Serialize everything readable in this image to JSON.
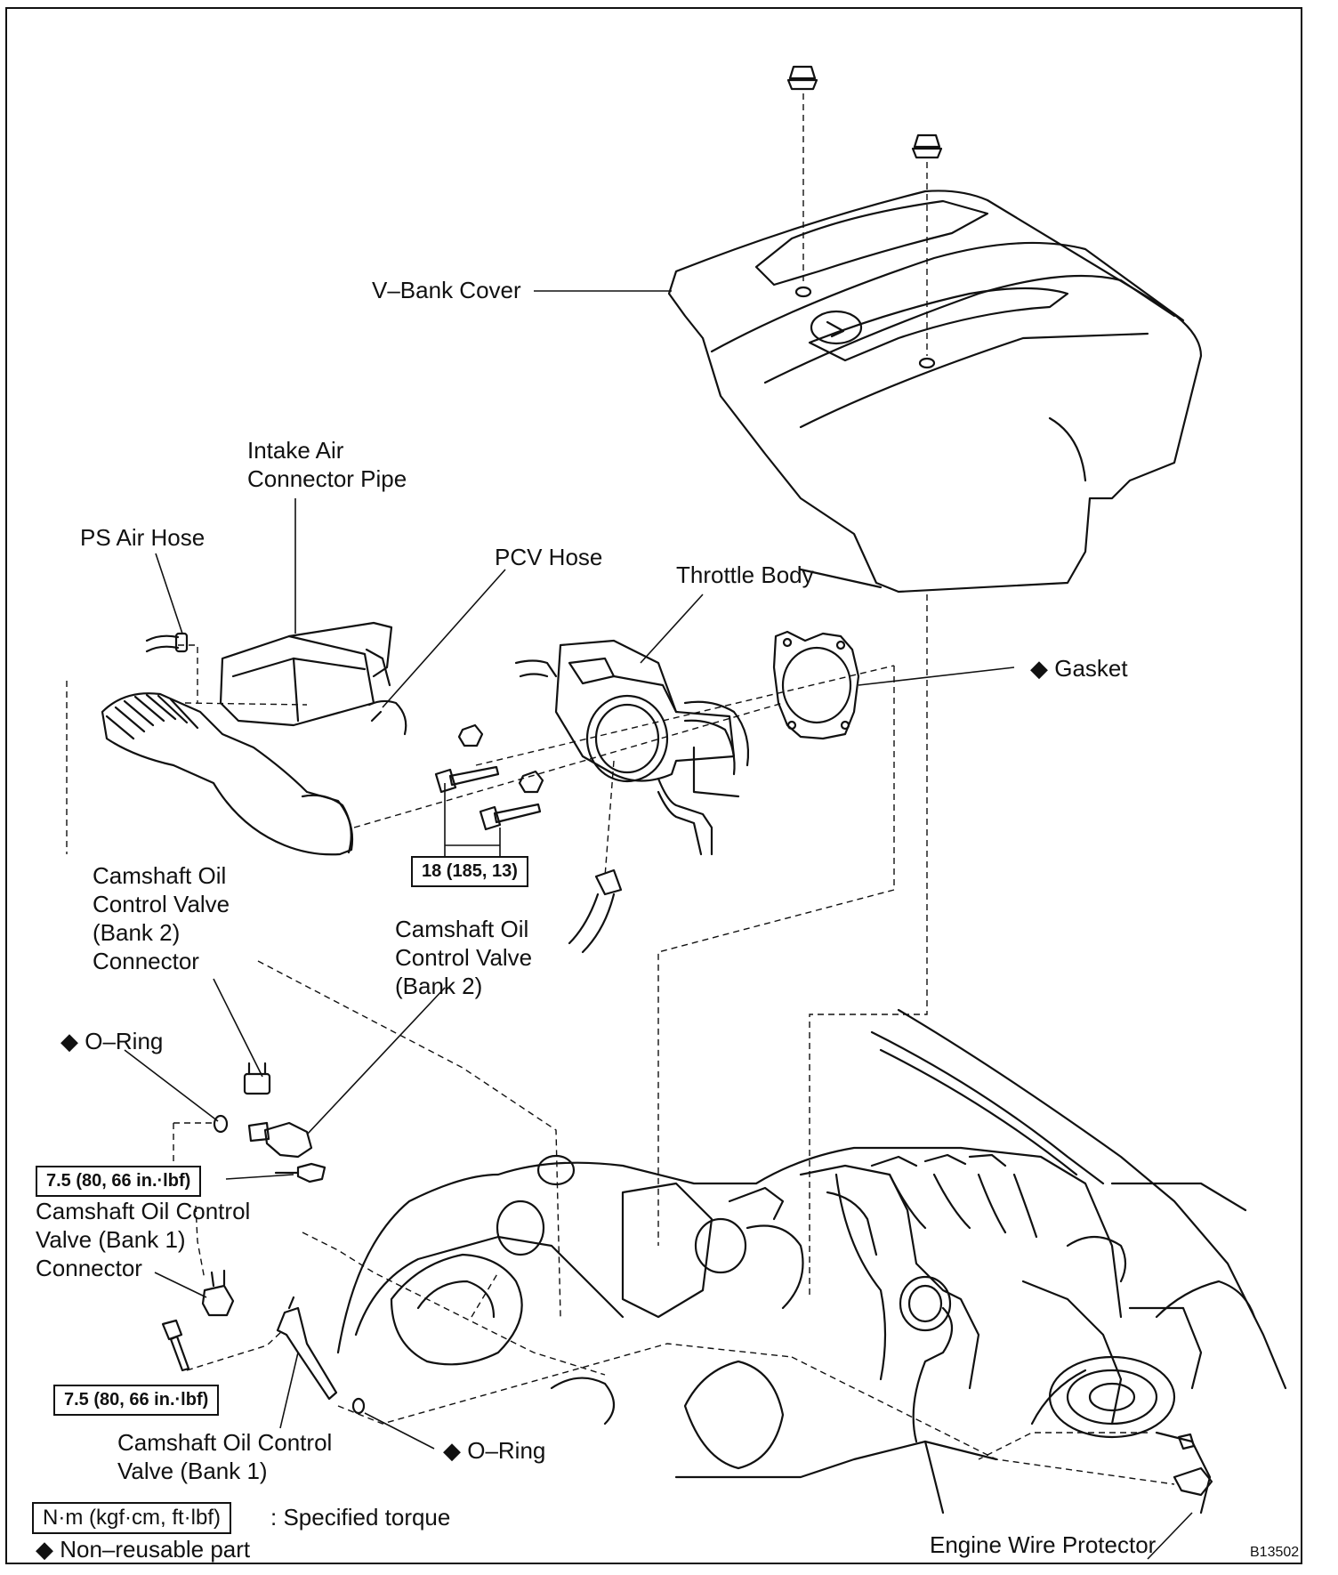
{
  "labels": {
    "v_bank_cover": "V–Bank Cover",
    "intake_air_connector_pipe": "Intake Air\nConnector Pipe",
    "ps_air_hose": "PS Air Hose",
    "pcv_hose": "PCV Hose",
    "throttle_body": "Throttle Body",
    "gasket": "◆ Gasket",
    "camshaft_ocv_bank2_connector": "Camshaft Oil\nControl Valve\n(Bank 2)\nConnector",
    "camshaft_ocv_bank2": "Camshaft Oil\nControl Valve\n(Bank 2)",
    "o_ring_upper": "◆ O–Ring",
    "camshaft_ocv_bank1_connector": "Camshaft Oil Control\nValve (Bank 1)\nConnector",
    "camshaft_ocv_bank1": "Camshaft Oil Control\nValve (Bank 1)",
    "o_ring_lower": "◆ O–Ring",
    "engine_wire_protector": "Engine Wire Protector"
  },
  "torques": {
    "throttle_bolts": "18 (185, 13)",
    "ocv_bank2_bolt": "7.5 (80, 66 in.·lbf)",
    "ocv_bank1_bolt": "7.5 (80, 66 in.·lbf)"
  },
  "legend": {
    "torque_units": "N·m (kgf·cm, ft·lbf)",
    "torque_desc": ": Specified torque",
    "non_reusable": "◆ Non–reusable part"
  },
  "figure_code": "B13502"
}
